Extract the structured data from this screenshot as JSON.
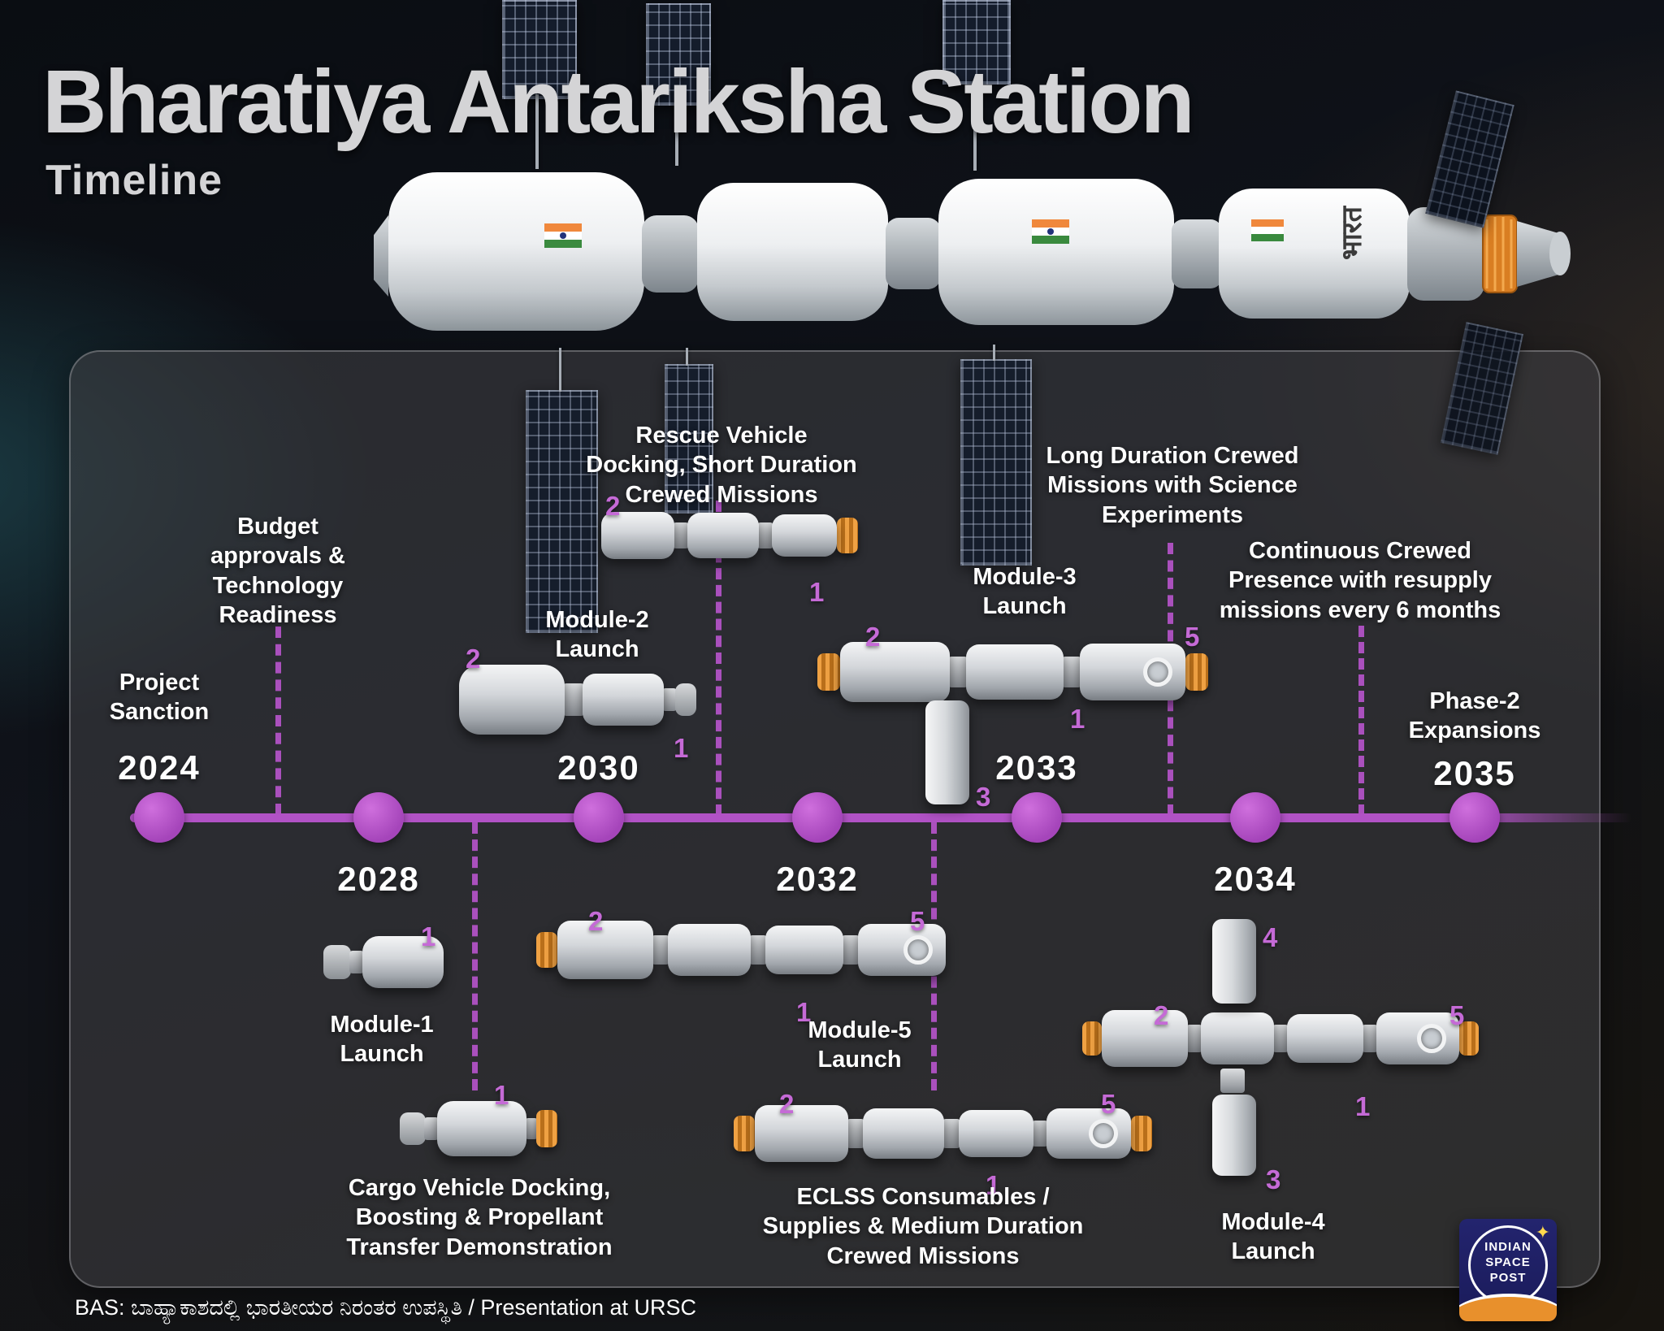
{
  "title": "Bharatiya Antariksha Station",
  "subtitle": "Timeline",
  "station_text": "भारत",
  "timeline": {
    "years": [
      "2024",
      "2028",
      "2030",
      "2032",
      "2033",
      "2034",
      "2035"
    ]
  },
  "events": {
    "project_sanction": "Project\nSanction",
    "budget": "Budget\napprovals &\nTechnology\nReadiness",
    "module2": "Module-2\nLaunch",
    "rescue": "Rescue Vehicle\nDocking, Short Duration\nCrewed Missions",
    "module3": "Module-3\nLaunch",
    "long_duration": "Long Duration Crewed\nMissions with Science\nExperiments",
    "continuous": "Continuous Crewed\nPresence with resupply\nmissions every 6 months",
    "phase2": "Phase-2\nExpansions",
    "module1": "Module-1\nLaunch",
    "cargo": "Cargo Vehicle Docking,\nBoosting & Propellant\nTransfer Demonstration",
    "module5": "Module-5\nLaunch",
    "eclss": "ECLSS Consumables /\nSupplies & Medium Duration\nCrewed Missions",
    "module4": "Module-4\nLaunch"
  },
  "figures": {
    "module1": {
      "labels": [
        "1"
      ]
    },
    "cargo": {
      "labels": [
        "1"
      ]
    },
    "module2": {
      "labels": [
        "2",
        "1"
      ]
    },
    "rescue": {
      "labels": [
        "2",
        "1"
      ]
    },
    "module3": {
      "labels": [
        "2",
        "1",
        "5",
        "3"
      ]
    },
    "module5": {
      "labels": [
        "2",
        "5",
        "1"
      ]
    },
    "eclss": {
      "labels": [
        "2",
        "5",
        "1"
      ]
    },
    "module4": {
      "labels": [
        "2",
        "4",
        "5",
        "1",
        "3"
      ]
    }
  },
  "footer": "BAS: ಬಾಹ್ಯಾಕಾಶದಲ್ಲಿ ಭಾರತೀಯರ ನಿರಂತರ ಉಪಸ್ಥಿತಿ / Presentation at URSC",
  "logo": {
    "line1": "INDIAN",
    "line2": "SPACE",
    "line3": "POST"
  },
  "icons": {
    "sparkle": "✦"
  },
  "colors": {
    "accent": "#b152c5",
    "number": "#c56ad6",
    "orange_cap": "#e0862c"
  }
}
